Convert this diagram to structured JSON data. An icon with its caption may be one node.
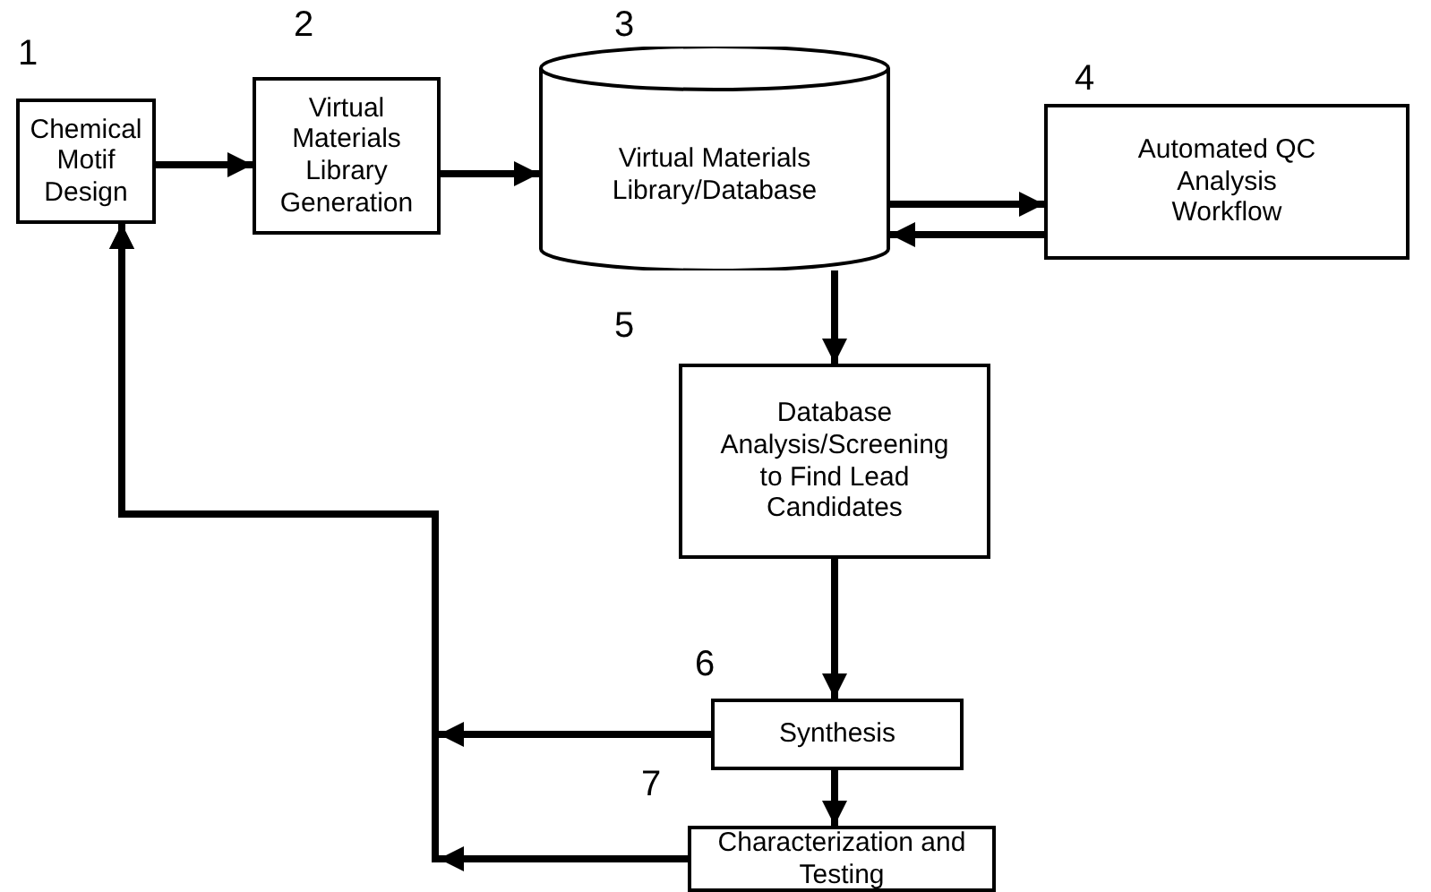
{
  "diagram": {
    "nodes": [
      {
        "text": [
          "Chemical Motif Design"
        ],
        "beside": [
          "1"
        ]
      },
      {
        "text": [
          "Virtual Materials Library Generation"
        ],
        "beside": [
          "2"
        ]
      },
      {
        "text": [
          "Virtual Materials Library/Database"
        ],
        "beside": [
          "3"
        ]
      },
      {
        "text": [
          "Automated QC Analysis Workflow"
        ],
        "beside": [
          "4"
        ]
      },
      {
        "text": [
          "Database Analysis/Screening to Find Lead Candidates"
        ],
        "beside": [
          "5"
        ]
      },
      {
        "text": [
          "Synthesis"
        ],
        "beside": [
          "6"
        ]
      },
      {
        "text": [
          "Characterization and Testing"
        ],
        "beside": [
          "7"
        ]
      }
    ],
    "edges": [
      {
        "from": 0,
        "to": 1,
        "arrow": "to"
      },
      {
        "from": 1,
        "to": 2,
        "arrow": "to"
      },
      {
        "from": 2,
        "to": 3,
        "arrow": "to"
      },
      {
        "from": 3,
        "to": 2,
        "arrow": "to"
      },
      {
        "from": 2,
        "to": 4,
        "arrow": "to"
      },
      {
        "from": 4,
        "to": 5,
        "arrow": "to"
      },
      {
        "from": 5,
        "to": 6,
        "arrow": "to"
      },
      {
        "from": 5,
        "to": 0,
        "arrow": "to"
      },
      {
        "from": 6,
        "to": 0,
        "arrow": "to"
      }
    ]
  }
}
